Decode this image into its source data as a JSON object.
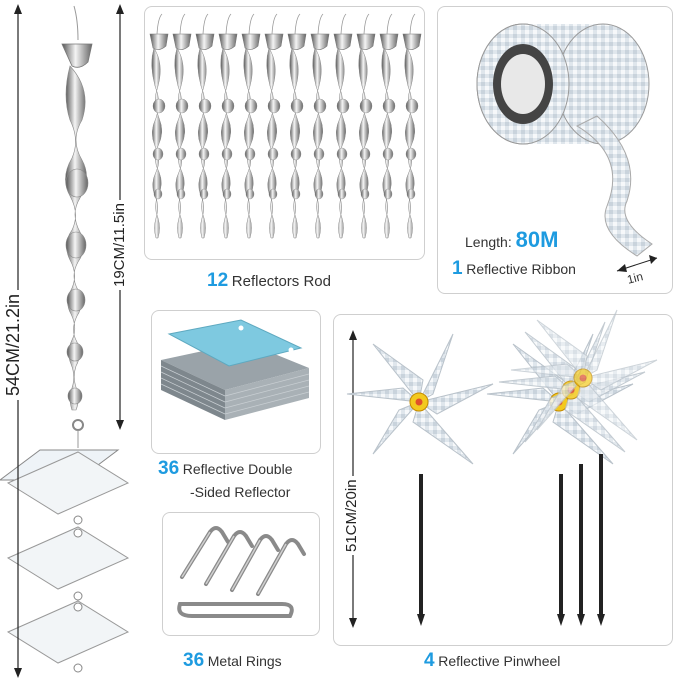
{
  "dimensions": {
    "total_length": "54CM/21.2in",
    "rod_length": "19CM/11.5in",
    "pinwheel_height": "51CM/20in"
  },
  "reflectors_rod": {
    "count": "12",
    "label": "Reflectors Rod"
  },
  "ribbon": {
    "length_label": "Length:",
    "length_value": "80M",
    "width": "1in",
    "count": "1",
    "label": "Reflective Ribbon"
  },
  "double_sided": {
    "count": "36",
    "label_line1": "Reflective Double",
    "label_line2": "-Sided  Reflector"
  },
  "metal_rings": {
    "count": "36",
    "label": "Metal Rings"
  },
  "pinwheel": {
    "count": "4",
    "label": "Reflective Pinwheel"
  },
  "colors": {
    "accent": "#1e9be0",
    "reflector_blue": "#7ec9e0",
    "border": "#cfcfcf"
  }
}
